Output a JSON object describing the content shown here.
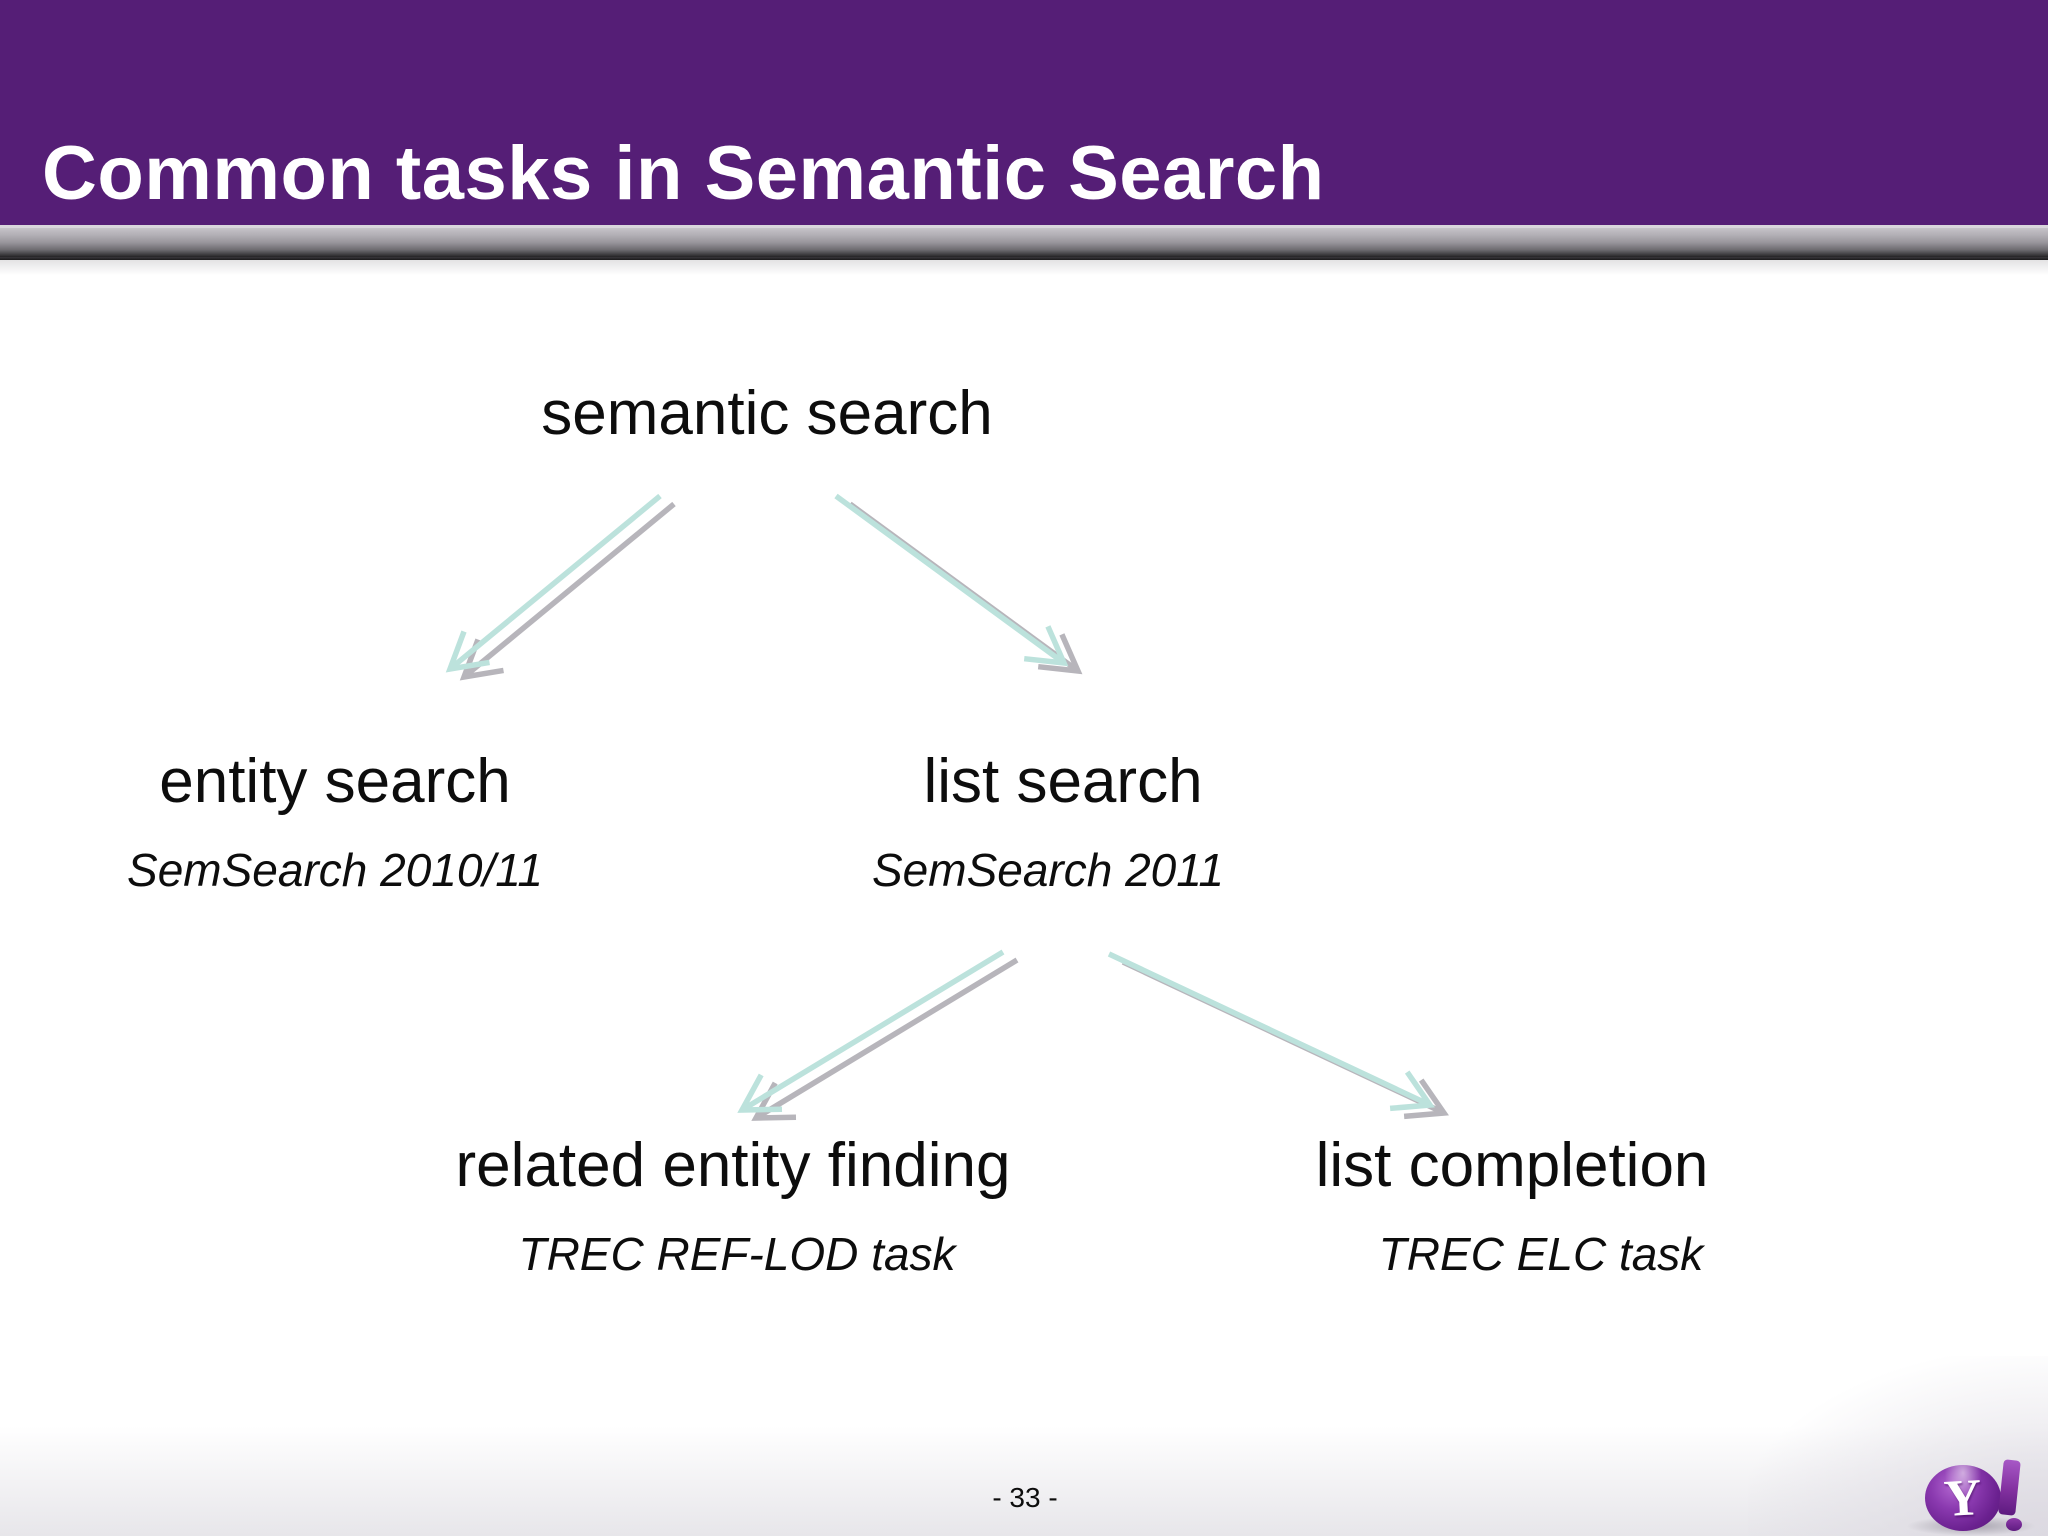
{
  "slide": {
    "title": "Common tasks in Semantic Search",
    "page_number": "- 33 -"
  },
  "colors": {
    "header-purple": "#551e76",
    "arrow-teal": "#bce2dc",
    "arrow-shadow-gray": "#b7b5bb",
    "text-black": "#0d0d0d",
    "logo-purple": "#7a2b9c"
  },
  "diagram": {
    "nodes": {
      "semantic_search": {
        "label": "semantic search"
      },
      "entity_search": {
        "label": "entity search",
        "caption": "SemSearch 2010/11"
      },
      "list_search": {
        "label": "list search",
        "caption": "SemSearch 2011"
      },
      "related_entity_finding": {
        "label": "related entity finding",
        "caption": "TREC REF-LOD task"
      },
      "list_completion": {
        "label": "list completion",
        "caption": "TREC ELC task"
      }
    },
    "edges": [
      {
        "from": "semantic search",
        "to": "entity search"
      },
      {
        "from": "semantic search",
        "to": "list search"
      },
      {
        "from": "list search",
        "to": "related entity finding"
      },
      {
        "from": "list search",
        "to": "list completion"
      }
    ]
  },
  "footer": {
    "logo": "yahoo-logo",
    "logo_letter": "Y"
  }
}
